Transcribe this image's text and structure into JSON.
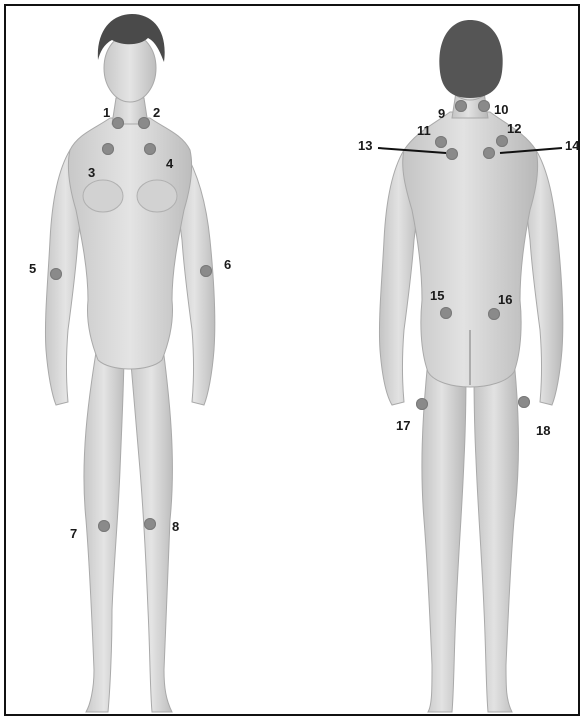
{
  "colors": {
    "frame": "#111111",
    "skin": "#d9d9d9",
    "skin_shadow": "#b5b5b5",
    "hair": "#4a4a4a",
    "tender_point": "#8a8a8a",
    "label": "#1a1a1a"
  },
  "points": [
    {
      "id": "1",
      "label": "1"
    },
    {
      "id": "2",
      "label": "2"
    },
    {
      "id": "3",
      "label": "3"
    },
    {
      "id": "4",
      "label": "4"
    },
    {
      "id": "5",
      "label": "5"
    },
    {
      "id": "6",
      "label": "6"
    },
    {
      "id": "7",
      "label": "7"
    },
    {
      "id": "8",
      "label": "8"
    },
    {
      "id": "9",
      "label": "9"
    },
    {
      "id": "10",
      "label": "10"
    },
    {
      "id": "11",
      "label": "11"
    },
    {
      "id": "12",
      "label": "12"
    },
    {
      "id": "13",
      "label": "13"
    },
    {
      "id": "14",
      "label": "14"
    },
    {
      "id": "15",
      "label": "15"
    },
    {
      "id": "16",
      "label": "16"
    },
    {
      "id": "17",
      "label": "17"
    },
    {
      "id": "18",
      "label": "18"
    }
  ]
}
